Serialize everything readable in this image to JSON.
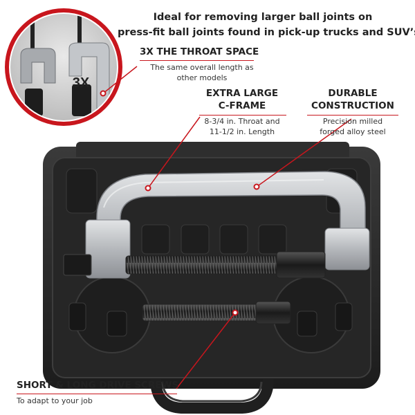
{
  "headline": {
    "line1": "Ideal for removing larger ball joints on",
    "line2": "press-fit ball joints found in pick-up trucks and SUV’s"
  },
  "callouts": {
    "throat": {
      "title": "3X THE THROAT SPACE",
      "desc_line1": "The same overall length as",
      "desc_line2": "other models"
    },
    "cframe": {
      "title_line1": "EXTRA LARGE",
      "title_line2": "C-FRAME",
      "desc_line1": "8-3/4 in. Throat and",
      "desc_line2": "11-1/2 in. Length"
    },
    "durable": {
      "title_line1": "DURABLE",
      "title_line2": "CONSTRUCTION",
      "desc_line1": "Precision milled",
      "desc_line2": "forged alloy steel"
    },
    "screws": {
      "title": "SHORT & LONG DRIVE SCREWS",
      "desc": "To adapt to your job"
    }
  },
  "inset": {
    "badge": "3X"
  },
  "colors": {
    "accent_red": "#c8161d",
    "case_black": "#2a2a2a",
    "steel": "#b9bcc0"
  }
}
